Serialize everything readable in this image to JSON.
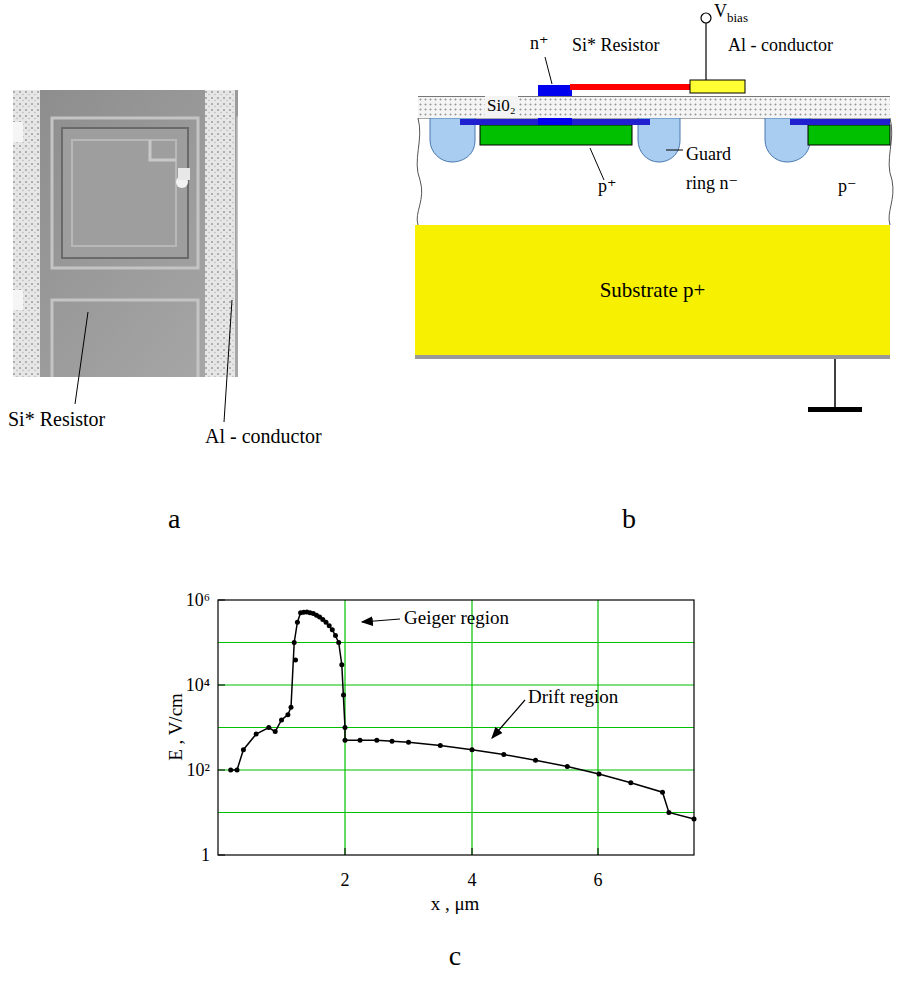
{
  "diagram": {
    "nodes": [
      {
        "text": [
          "Si0₂"
        ]
      },
      {
        "text": [
          "Substrate p+"
        ]
      }
    ],
    "labels": [
      "Si* Resistor",
      "Al - conductor",
      "a",
      "V",
      "bias",
      "n⁺",
      "Si* Resistor",
      "Al - conductor",
      "Guard ring n⁻",
      "p⁺",
      "p⁻",
      "b",
      "10⁶",
      "10⁴",
      "10²",
      "1",
      "E , V/cm",
      "Geiger region",
      "Drift region",
      "2",
      "4",
      "6",
      "x , μm",
      "c"
    ]
  }
}
